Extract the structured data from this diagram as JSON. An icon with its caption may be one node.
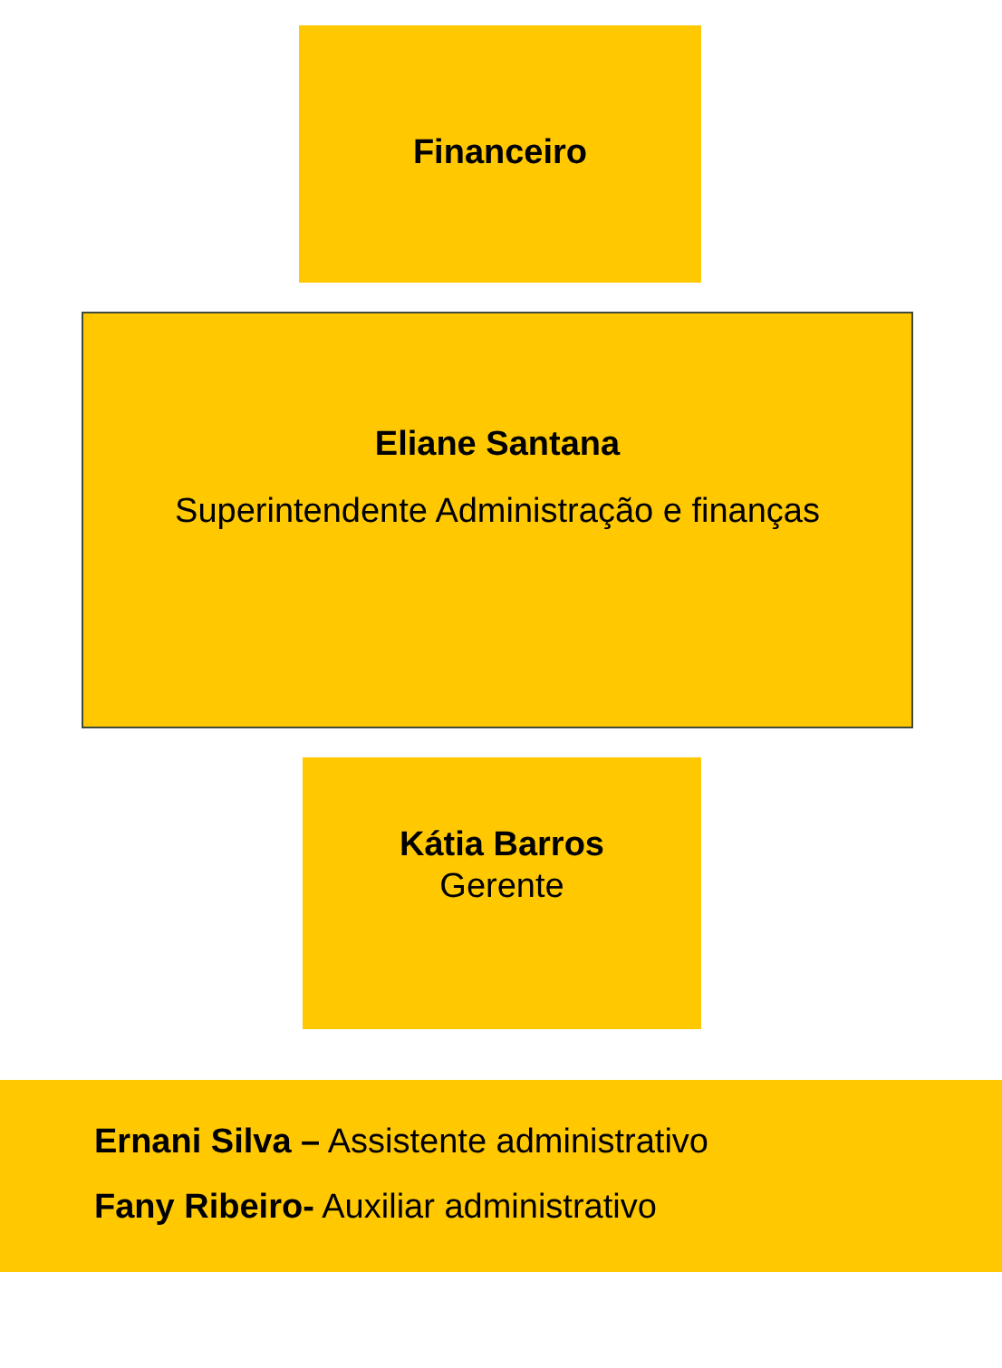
{
  "diagram": {
    "nodes": [
      {
        "text": [
          "Financeiro"
        ]
      },
      {
        "text": [
          "Eliane Santana",
          "Superintendente Administração e finanças"
        ]
      },
      {
        "text": [
          "Kátia Barros",
          "Gerente"
        ]
      },
      {
        "text": [
          "**Ernani Silva –** Assistente administrativo",
          "**Fany Ribeiro-** Auxiliar administrativo"
        ]
      }
    ]
  }
}
